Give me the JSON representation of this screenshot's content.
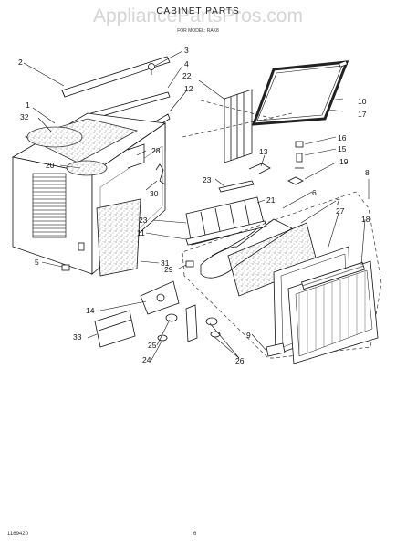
{
  "diagram": {
    "title": "CABINET PARTS",
    "subtitle": "FOR MODEL: RAK8",
    "watermark": "AppliancePartsPros.com",
    "footer_code": "1169420",
    "page_number": "6",
    "callouts": [
      {
        "id": "c2",
        "text": "2"
      },
      {
        "id": "c3",
        "text": "3"
      },
      {
        "id": "c4",
        "text": "4"
      },
      {
        "id": "c22",
        "text": "22"
      },
      {
        "id": "c12",
        "text": "12"
      },
      {
        "id": "c1",
        "text": "1"
      },
      {
        "id": "c32",
        "text": "32"
      },
      {
        "id": "c28",
        "text": "28"
      },
      {
        "id": "c20",
        "text": "20"
      },
      {
        "id": "c30",
        "text": "30"
      },
      {
        "id": "c10",
        "text": "10"
      },
      {
        "id": "c17",
        "text": "17"
      },
      {
        "id": "c16",
        "text": "16"
      },
      {
        "id": "c15",
        "text": "15"
      },
      {
        "id": "c19",
        "text": "19"
      },
      {
        "id": "c13",
        "text": "13"
      },
      {
        "id": "c8",
        "text": "8"
      },
      {
        "id": "c23a",
        "text": "23"
      },
      {
        "id": "c21",
        "text": "21"
      },
      {
        "id": "c6",
        "text": "6"
      },
      {
        "id": "c7",
        "text": "7"
      },
      {
        "id": "c27",
        "text": "27"
      },
      {
        "id": "c18",
        "text": "18"
      },
      {
        "id": "c23b",
        "text": "23"
      },
      {
        "id": "c11",
        "text": "11"
      },
      {
        "id": "c5",
        "text": "5"
      },
      {
        "id": "c31",
        "text": "31"
      },
      {
        "id": "c29",
        "text": "29"
      },
      {
        "id": "c14",
        "text": "14"
      },
      {
        "id": "c33",
        "text": "33"
      },
      {
        "id": "c25",
        "text": "25"
      },
      {
        "id": "c24",
        "text": "24"
      },
      {
        "id": "c9",
        "text": "9"
      },
      {
        "id": "c26",
        "text": "26"
      }
    ]
  }
}
